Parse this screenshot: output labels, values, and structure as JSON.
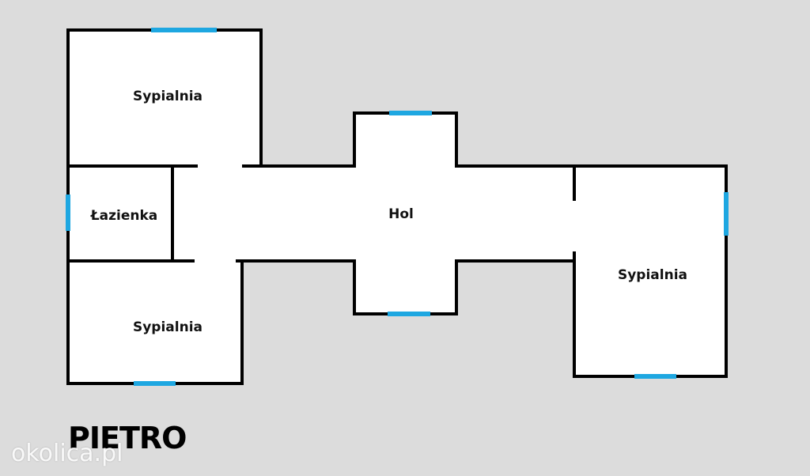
{
  "plan": {
    "rooms": {
      "bedroom_top_left": "Sypialnia",
      "bathroom": "Łazienka",
      "bedroom_bottom_left": "Sypialnia",
      "hall": "Hol",
      "bedroom_right": "Sypialnia"
    },
    "floor_title": "PIETRO",
    "watermark": "okolica.pl"
  },
  "colors": {
    "background": "#dcdcdc",
    "floor": "#ffffff",
    "wall": "#000000",
    "window": "#1ea7e1"
  }
}
